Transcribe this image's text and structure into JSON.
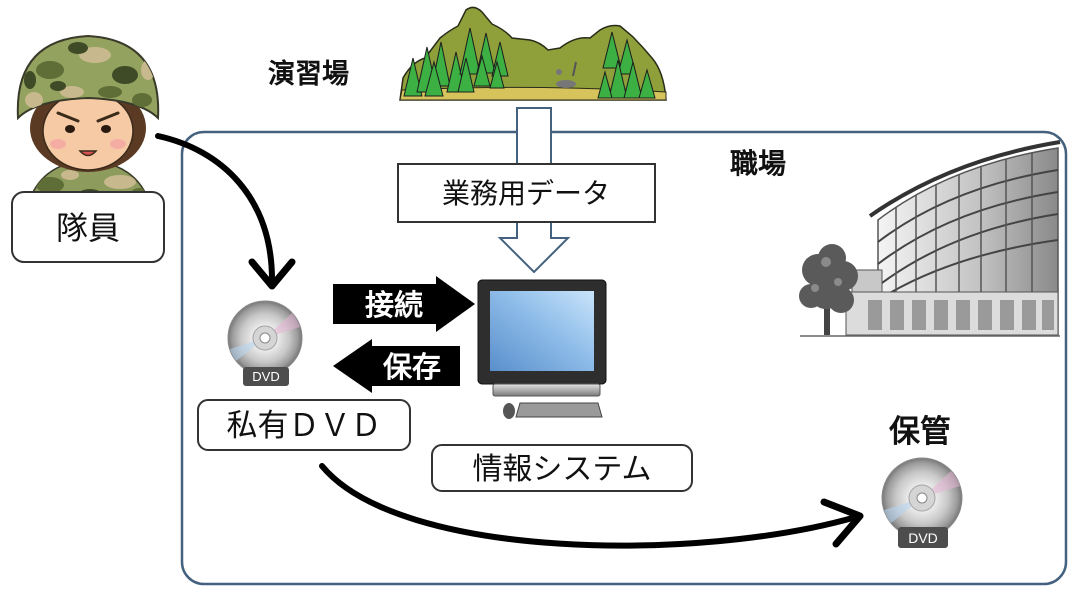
{
  "personnel": {
    "label": "隊員"
  },
  "training_ground": {
    "label": "演習場"
  },
  "business_data": {
    "label": "業務用データ"
  },
  "workplace": {
    "label": "職場"
  },
  "connect_arrow": {
    "label": "接続"
  },
  "save_arrow": {
    "label": "保存"
  },
  "private_dvd": {
    "disc_label": "DVD",
    "label": "私有ＤＶＤ"
  },
  "information_system": {
    "label": "情報システム"
  },
  "storage": {
    "label": "保管",
    "disc_label": "DVD"
  },
  "colors": {
    "workplace_border": "#44617f",
    "flow_arrow": "#000000",
    "label_border": "#333333"
  }
}
